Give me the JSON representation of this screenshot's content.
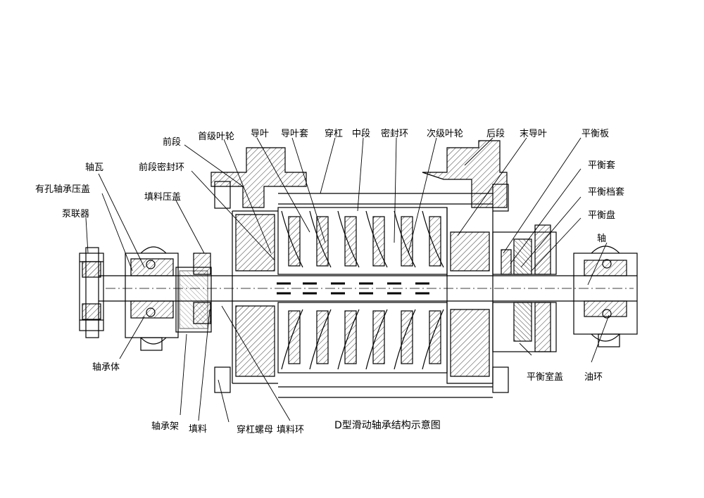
{
  "caption": "D型滑动轴承结构示意图",
  "labels": {
    "front_section": "前段",
    "first_impeller": "首级叶轮",
    "guide_vane": "导叶",
    "guide_vane_sleeve": "导叶套",
    "tie_rod": "穿杠",
    "middle_section": "中段",
    "seal_ring": "密封环",
    "next_impeller": "次级叶轮",
    "rear_section": "后段",
    "last_guide_vane": "末导叶",
    "balance_plate": "平衡板",
    "balance_sleeve": "平衡套",
    "balance_retainer": "平衡档套",
    "balance_disc": "平衡盘",
    "shaft": "轴",
    "bearing_shell": "轴瓦",
    "front_seal_ring": "前段密封环",
    "packing_gland": "填料压盖",
    "bearing_cover": "有孔轴承压盖",
    "coupling": "泵联器",
    "bearing_body": "轴承体",
    "bearing_bracket": "轴承架",
    "packing": "填料",
    "tie_rod_nut": "穿杠螺母",
    "packing_ring": "填料环",
    "balance_chamber_cover": "平衡室盖",
    "oil_ring": "油环"
  }
}
